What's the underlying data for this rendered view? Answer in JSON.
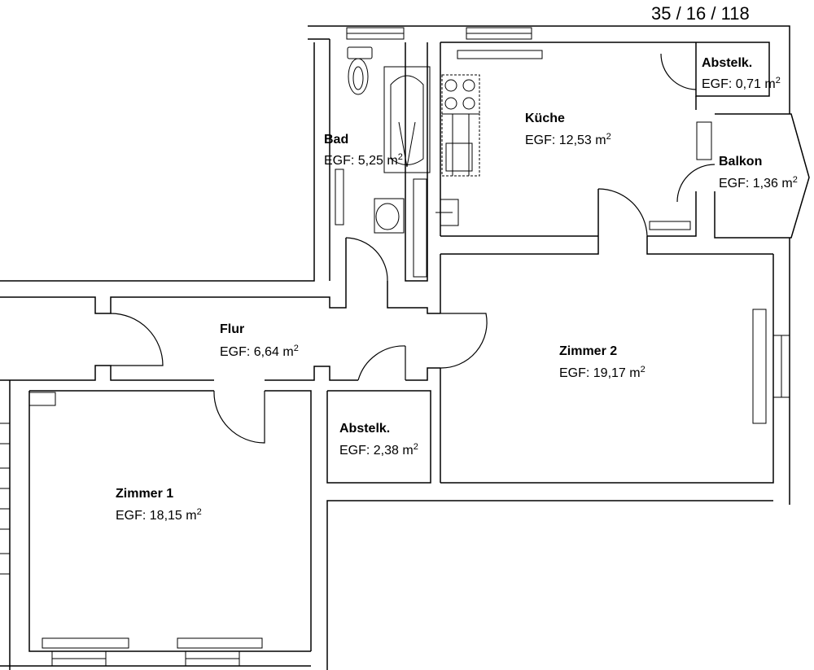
{
  "plan_code": "35 / 16 / 118",
  "rooms": {
    "bad": {
      "name": "Bad",
      "area_prefix": "EGF: 5,25 m",
      "area_unit_exp": "2"
    },
    "kueche": {
      "name": "Küche",
      "area_prefix": "EGF: 12,53 m",
      "area_unit_exp": "2"
    },
    "abstelk_1": {
      "name": "Abstelk.",
      "area_prefix": "EGF: 0,71 m",
      "area_unit_exp": "2"
    },
    "balkon": {
      "name": "Balkon",
      "area_prefix": "EGF: 1,36 m",
      "area_unit_exp": "2"
    },
    "flur": {
      "name": "Flur",
      "area_prefix": "EGF: 6,64 m",
      "area_unit_exp": "2"
    },
    "zimmer_2": {
      "name": "Zimmer 2",
      "area_prefix": "EGF: 19,17 m",
      "area_unit_exp": "2"
    },
    "abstelk_2": {
      "name": "Abstelk.",
      "area_prefix": "EGF: 2,38 m",
      "area_unit_exp": "2"
    },
    "zimmer_1": {
      "name": "Zimmer 1",
      "area_prefix": "EGF: 18,15 m",
      "area_unit_exp": "2"
    }
  }
}
